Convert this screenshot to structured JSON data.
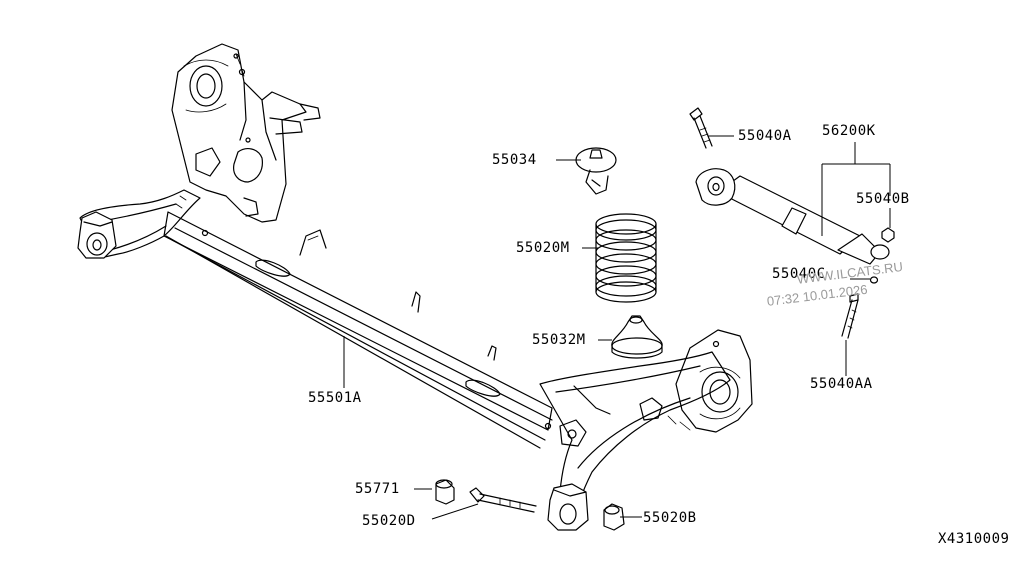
{
  "diagram": {
    "part_labels": {
      "p55034": "55034",
      "p55040A": "55040A",
      "p56200K": "56200K",
      "p55040B": "55040B",
      "p55020M": "55020M",
      "p55040C": "55040C",
      "p55032M": "55032M",
      "p55040AA": "55040AA",
      "p55501A": "55501A",
      "p55771": "55771",
      "p55020D": "55020D",
      "p55020B": "55020B"
    },
    "watermark": {
      "site": "WWW.ILCATS.RU",
      "timestamp": "07:32 10.01.2026"
    },
    "figure_code": "X4310009"
  }
}
